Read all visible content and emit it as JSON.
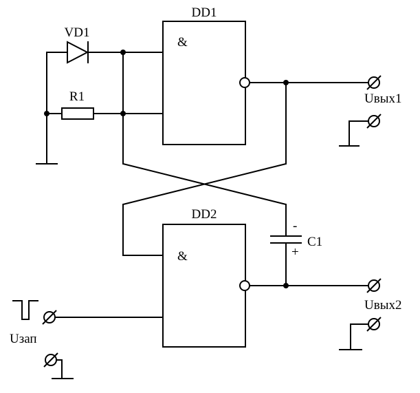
{
  "diagram": {
    "gates": [
      {
        "id": "DD1",
        "label": "DD1",
        "symbol": "&"
      },
      {
        "id": "DD2",
        "label": "DD2",
        "symbol": "&"
      }
    ],
    "diode": {
      "label": "VD1"
    },
    "resistor": {
      "label": "R1"
    },
    "capacitor": {
      "label": "C1",
      "minus": "-",
      "plus": "+"
    },
    "terminals": {
      "out1": "Uвых1",
      "out2": "Uвых2",
      "trigger": "Uзап"
    },
    "colors": {
      "line": "#000000",
      "background": "#ffffff"
    }
  }
}
